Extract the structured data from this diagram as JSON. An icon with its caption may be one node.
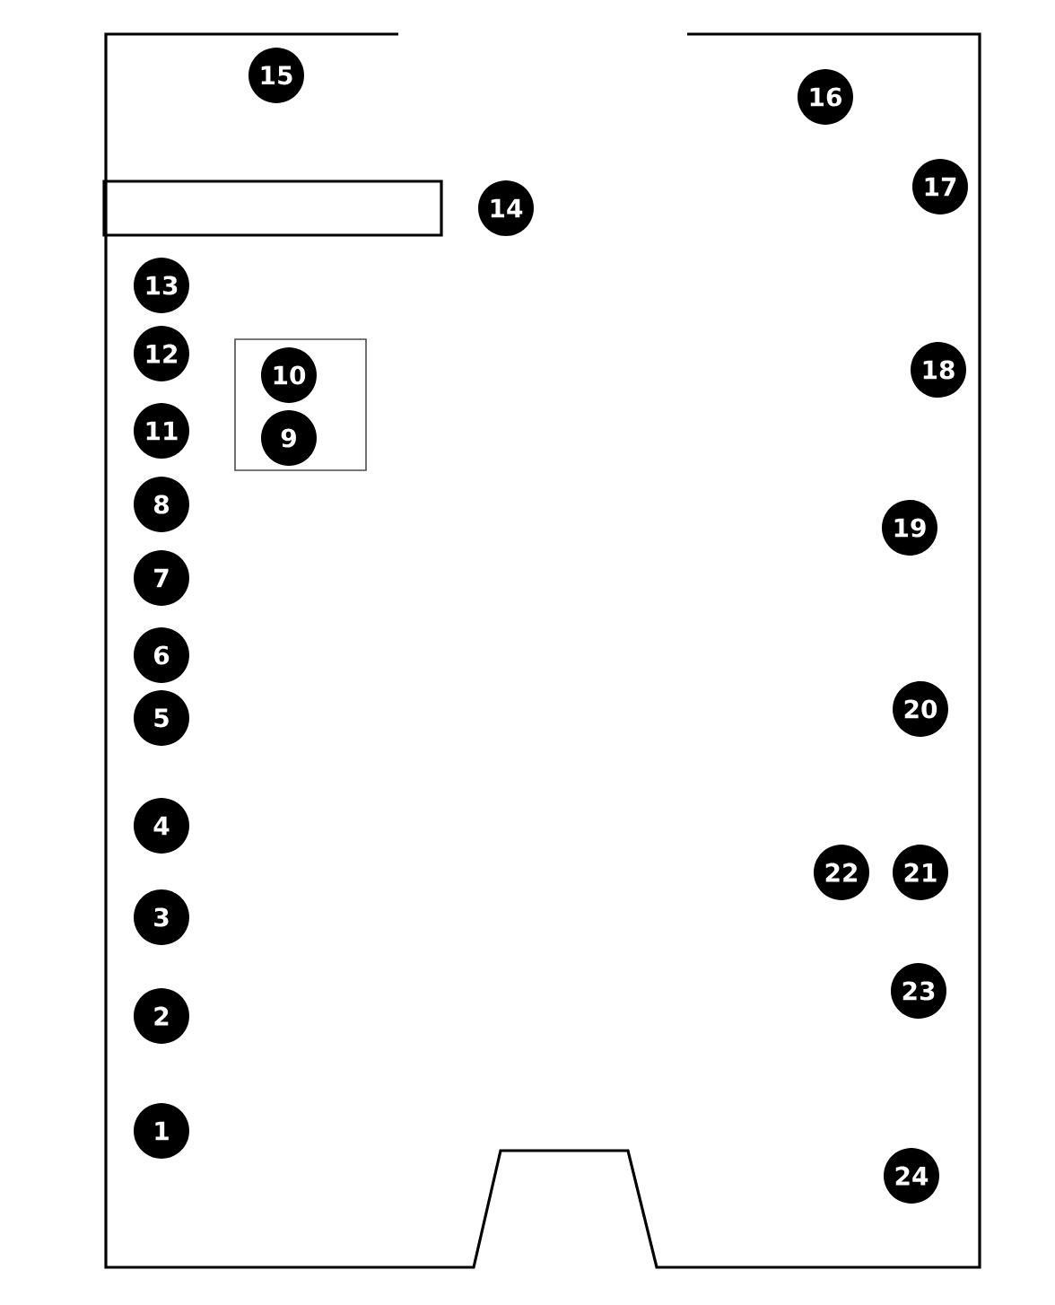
{
  "diagram": {
    "nodes": [
      {
        "text": [
          "10",
          "9"
        ]
      }
    ],
    "labels": [
      "15",
      "16",
      "17",
      "14",
      "13",
      "12",
      "18",
      "11",
      "8",
      "19",
      "7",
      "6",
      "20",
      "5",
      "4",
      "22",
      "21",
      "3",
      "23",
      "2",
      "1",
      "24"
    ]
  }
}
